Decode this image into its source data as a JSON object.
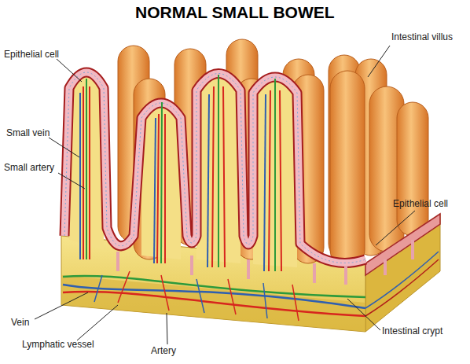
{
  "diagram": {
    "title": "NORMAL SMALL BOWEL",
    "labels": [
      "Epithelial cell",
      "Small vein",
      "Small artery",
      "Intestinal villus",
      "Epithelial cell",
      "Intestinal crypt",
      "Vein",
      "Lymphatic vessel",
      "Artery"
    ]
  }
}
